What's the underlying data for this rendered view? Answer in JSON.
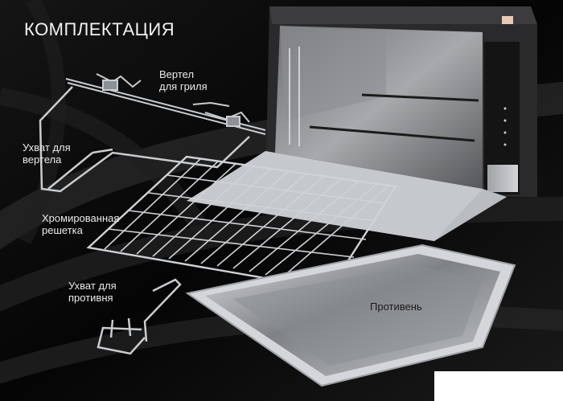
{
  "title": "КОМПЛЕКТАЦИЯ",
  "labels": {
    "spit_line1": "Вертел",
    "spit_line2": "для гриля",
    "spit_holder_line1": "Ухват для",
    "spit_holder_line2": "вертела",
    "rack_line1": "Хромированная",
    "rack_line2": "решетка",
    "tray_holder_line1": "Ухват для",
    "tray_holder_line2": "противня",
    "tray": "Противень"
  },
  "colors": {
    "background": "#0b0b0b",
    "text": "#eaeaea",
    "chrome": "#c9ccd0",
    "oven_body": "#2a2a2c"
  }
}
